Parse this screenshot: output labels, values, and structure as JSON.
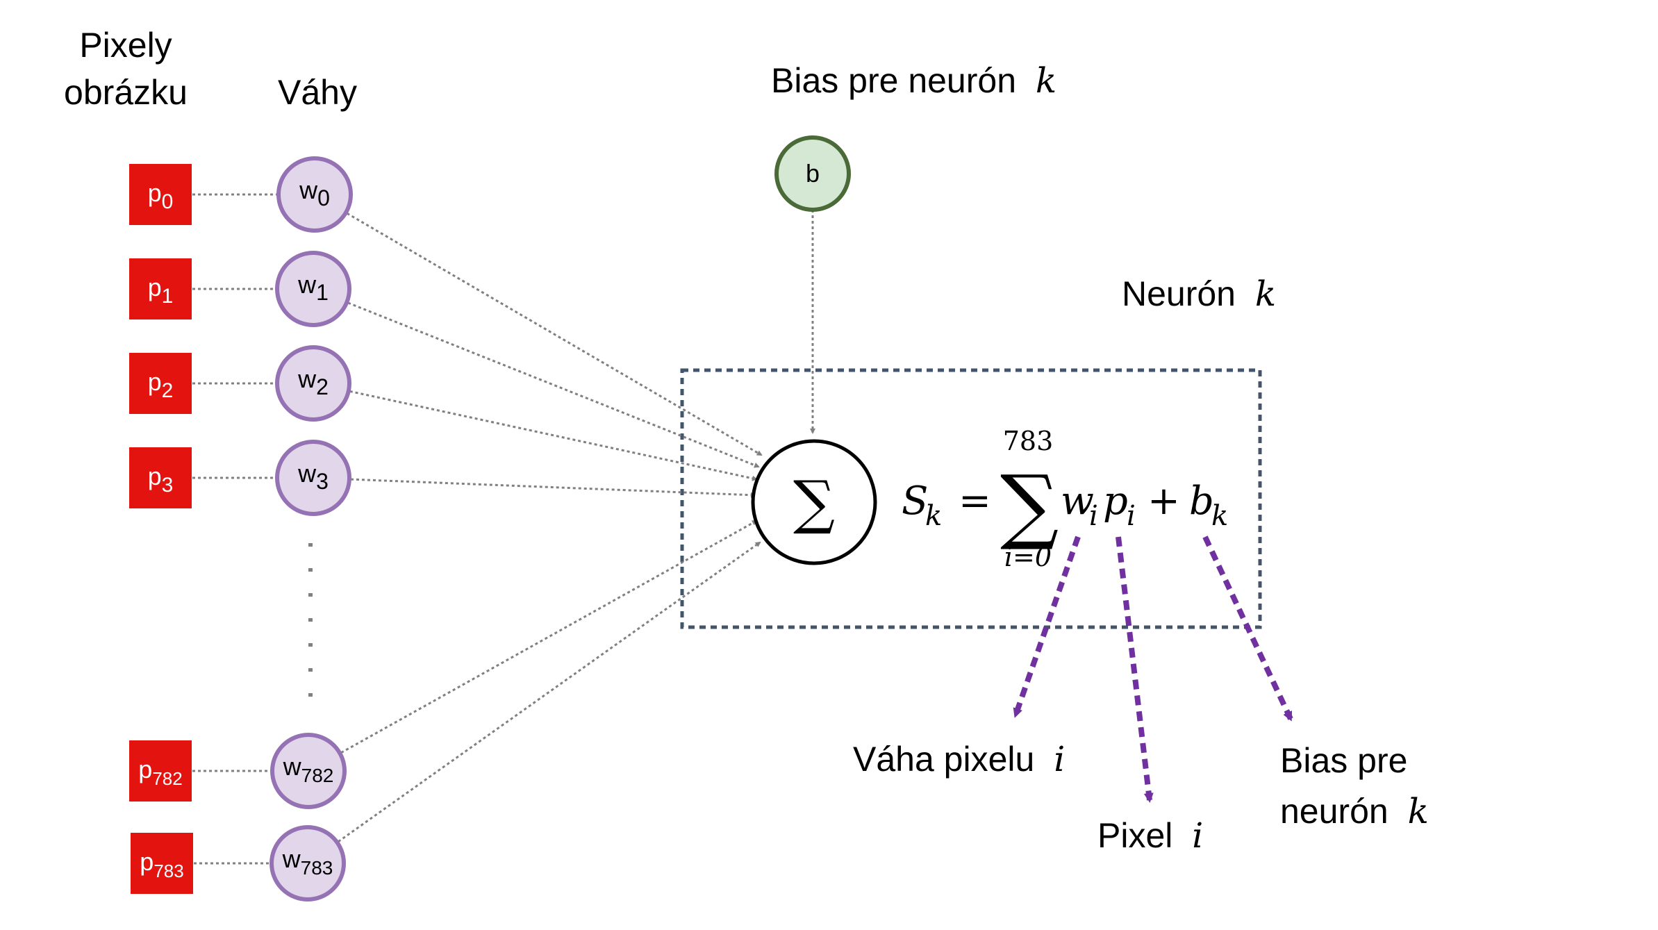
{
  "headers": {
    "pixels_line1": "Pixely",
    "pixels_line2": "obrázku",
    "weights": "Váhy",
    "bias": "Bias pre neurón",
    "bias_var": "k",
    "neuron": "Neurón",
    "neuron_var": "k"
  },
  "inputs": [
    {
      "pixel": "p",
      "pixel_sub": "0",
      "weight": "w",
      "weight_sub": "0"
    },
    {
      "pixel": "p",
      "pixel_sub": "1",
      "weight": "w",
      "weight_sub": "1"
    },
    {
      "pixel": "p",
      "pixel_sub": "2",
      "weight": "w",
      "weight_sub": "2"
    },
    {
      "pixel": "p",
      "pixel_sub": "3",
      "weight": "w",
      "weight_sub": "3"
    },
    {
      "pixel": "p",
      "pixel_sub": "782",
      "weight": "w",
      "weight_sub": "782"
    },
    {
      "pixel": "p",
      "pixel_sub": "783",
      "weight": "w",
      "weight_sub": "783"
    }
  ],
  "bias_node": "b",
  "sum_symbol": "∑",
  "formula": {
    "lhs": "S",
    "lhs_sub": "k",
    "equals": "=",
    "sigma": "∑",
    "upper": "783",
    "lower": "i=0",
    "w": "w",
    "w_sub": "i",
    "p": "p",
    "p_sub": "i",
    "plus": "+",
    "b": "b",
    "b_sub": "k"
  },
  "annotations": {
    "weight_label": "Váha pixelu",
    "weight_var": "i",
    "pixel_label": "Pixel",
    "pixel_var": "i",
    "bias_line1": "Bias pre",
    "bias_line2": "neurón",
    "bias_var": "k"
  },
  "colors": {
    "pixel_fill": "#e3130f",
    "weight_fill": "#e2d6ea",
    "weight_stroke": "#9572b3",
    "bias_fill": "#d5e8d4",
    "bias_stroke": "#4a6a37",
    "neuron_box": "#44546a",
    "annotation_arrow": "#7030a0",
    "connector": "#808080"
  }
}
